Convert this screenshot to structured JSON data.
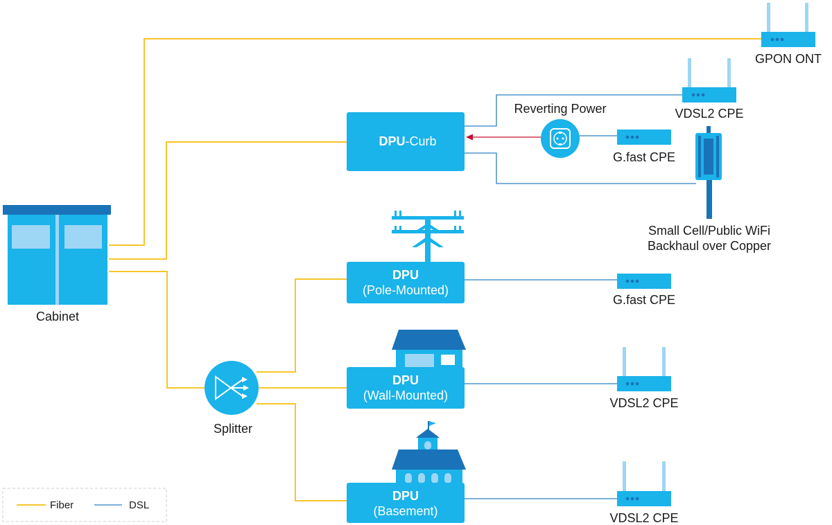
{
  "colors": {
    "fiber": "#F7C52B",
    "dsl": "#2E7FC0",
    "power_arrow": "#C8102E",
    "primary_blue": "#1AB3EA",
    "dark_blue": "#1A73B8",
    "light_blue": "#9ED6F5"
  },
  "nodes": {
    "cabinet": "Cabinet",
    "splitter": "Splitter",
    "dpu_curb": {
      "bold": "DPU",
      "rest": "-Curb"
    },
    "dpu_pole": {
      "line1": "DPU",
      "line2": "(Pole-Mounted)"
    },
    "dpu_wall": {
      "line1": "DPU",
      "line2": "(Wall-Mounted)"
    },
    "dpu_basement": {
      "line1": "DPU",
      "line2": "(Basement)"
    },
    "gpon_ont": "GPON ONT",
    "vdsl2_cpe_top": "VDSL2 CPE",
    "reverting_power": "Reverting Power",
    "gfast_cpe_top": "G.fast CPE",
    "small_cell_line1": "Small Cell/Public WiFi",
    "small_cell_line2": "Backhaul over Copper",
    "gfast_cpe_pole": "G.fast CPE",
    "vdsl2_cpe_wall": "VDSL2 CPE",
    "vdsl2_cpe_basement": "VDSL2 CPE"
  },
  "icons": {
    "cabinet": "cabinet-icon",
    "splitter": "splitter-icon",
    "power": "power-outlet-icon",
    "router": "router-icon",
    "pole": "utility-pole-icon",
    "house": "house-icon",
    "building": "building-icon",
    "small_cell": "small-cell-antenna-icon"
  },
  "legend": {
    "fiber": "Fiber",
    "dsl": "DSL"
  }
}
